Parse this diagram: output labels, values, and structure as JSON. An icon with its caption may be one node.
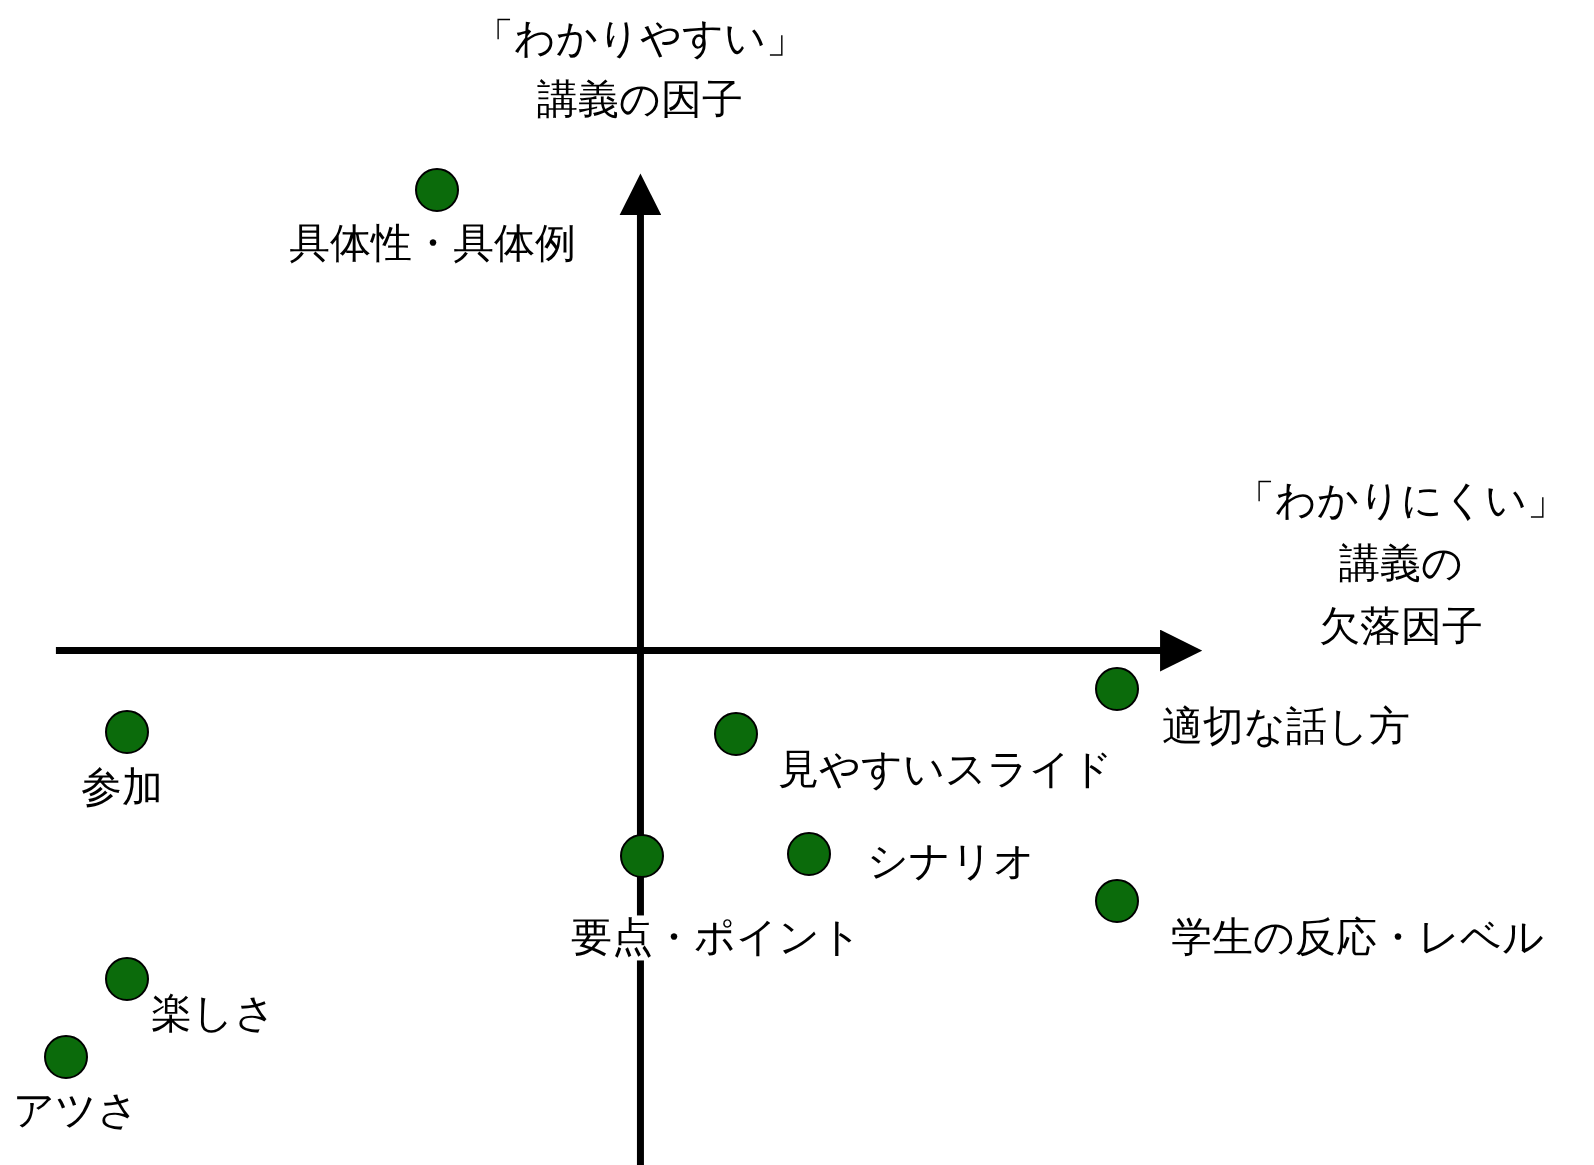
{
  "diagram": {
    "nodes": [
      {
        "text": [],
        "shape": "circle",
        "beside": [
          "具体性・具体例"
        ]
      },
      {
        "text": [],
        "shape": "circle",
        "beside": [
          "参加"
        ]
      },
      {
        "text": [],
        "shape": "circle",
        "beside": [
          "見やすいスライド"
        ]
      },
      {
        "text": [],
        "shape": "circle",
        "beside": [
          "適切な話し方"
        ]
      },
      {
        "text": [],
        "shape": "circle",
        "beside": [
          "要点・ポイント"
        ]
      },
      {
        "text": [],
        "shape": "circle",
        "beside": [
          "シナリオ"
        ]
      },
      {
        "text": [],
        "shape": "circle",
        "beside": [
          "学生の反応・レベル"
        ]
      },
      {
        "text": [],
        "shape": "circle",
        "beside": [
          "楽しさ"
        ]
      },
      {
        "text": [],
        "shape": "circle",
        "beside": [
          "アツさ"
        ]
      }
    ],
    "edges": [],
    "labels": [
      "「わかりやすい」",
      "講義の因子",
      "「わかりにくい」",
      "講義の",
      "欠落因子"
    ]
  }
}
